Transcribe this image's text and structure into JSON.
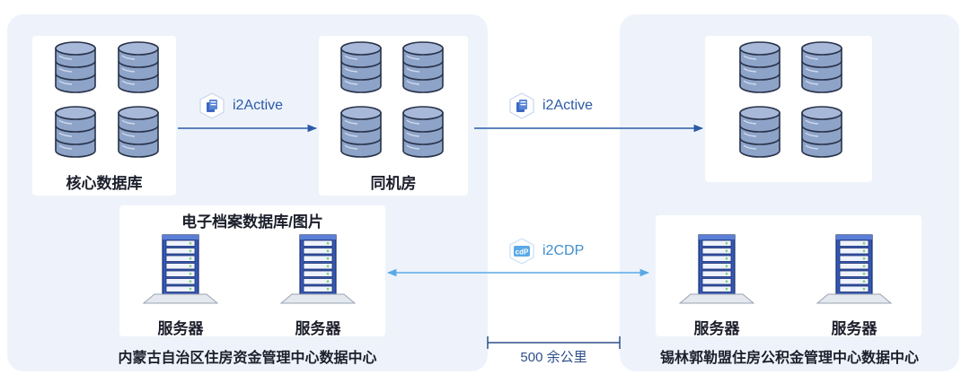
{
  "left_region": {
    "title": "内蒙古自治区住房资金管理中心数据中心",
    "core_db_label": "核心数据库",
    "same_room_label": "同机房",
    "archive_label": "电子档案数据库/图片",
    "server_labels": [
      "服务器",
      "服务器"
    ]
  },
  "right_region": {
    "title": "锡林郭勒盟住房公积金管理中心数据中心",
    "server_labels": [
      "服务器",
      "服务器"
    ]
  },
  "links": {
    "core_to_same_room": "i2Active",
    "same_room_to_remote": "i2Active",
    "file_sync": "i2CDP",
    "cdp_badge_text": "cdP"
  },
  "distance_label": "500 余公里",
  "colors": {
    "region_bg": "#eef3fb",
    "active_line": "#2a5aa6",
    "cdp_line": "#5aa9e6",
    "db_fill": "#8ea3c8",
    "server_fill": "#3358b8"
  },
  "icons": {
    "database": "database-icon",
    "server": "server-rack-icon",
    "i2active_badge": "i2active-logo-icon",
    "i2cdp_badge": "i2cdp-logo-icon"
  }
}
